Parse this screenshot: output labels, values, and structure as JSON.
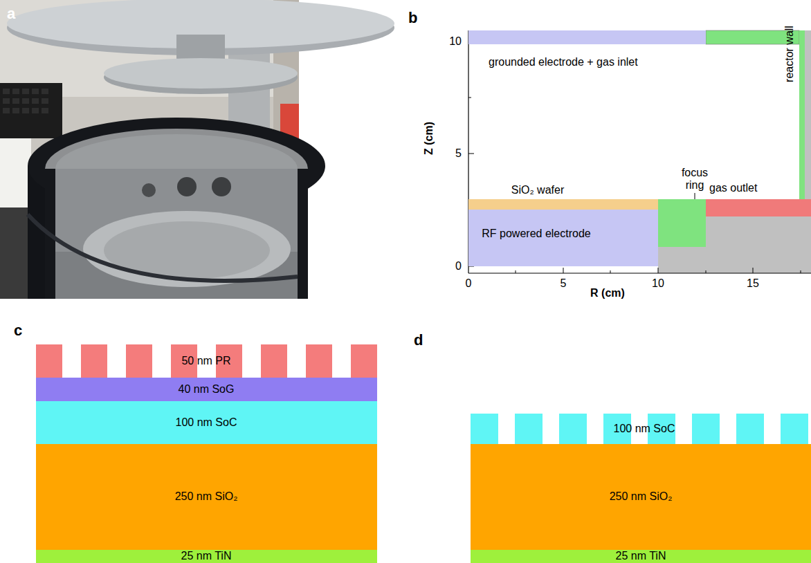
{
  "diagram": {
    "nodes": [
      {
        "text": [
          "grounded electrode + gas inlet"
        ]
      },
      {
        "text": [
          "reactor wall"
        ]
      },
      {
        "text": [
          "SiO₂ wafer"
        ]
      },
      {
        "text": [
          "focus ring"
        ]
      },
      {
        "text": [
          "gas outlet"
        ]
      },
      {
        "text": [
          "RF powered electrode"
        ]
      },
      {
        "text": [
          "50 nm PR"
        ]
      },
      {
        "text": [
          "40 nm SoG"
        ]
      },
      {
        "text": [
          "100 nm SoC"
        ]
      },
      {
        "text": [
          "250 nm SiO₂"
        ]
      },
      {
        "text": [
          "25 nm TiN"
        ]
      },
      {
        "text": [
          "100 nm SoC"
        ]
      },
      {
        "text": [
          "250 nm SiO₂"
        ]
      },
      {
        "text": [
          "25 nm TiN"
        ]
      }
    ],
    "labels": [
      "a",
      "b",
      "10",
      "5",
      "0",
      "Z (cm)",
      "0",
      "5",
      "10",
      "15",
      "R (cm)",
      "c",
      "d"
    ]
  }
}
